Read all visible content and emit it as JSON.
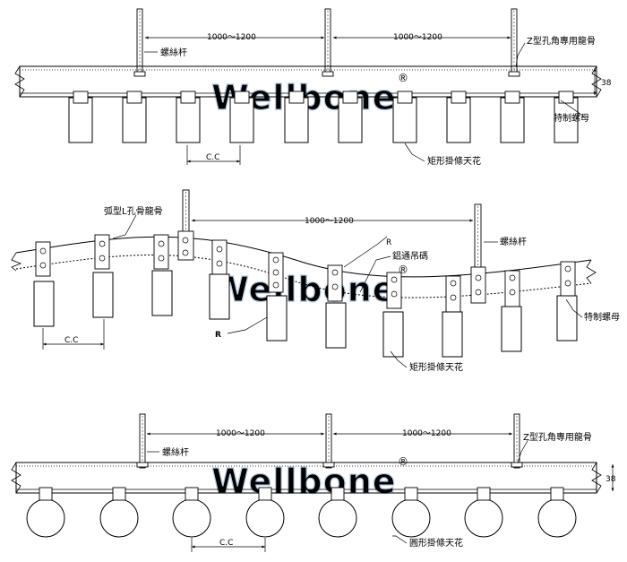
{
  "watermark": "Wellbone",
  "watermark_mark": "®",
  "panel_top": {
    "dim_spacing": [
      "1000～1200",
      "1000～1200"
    ],
    "label_rod": "螺絲杆",
    "label_keel": "Z型孔角專用龍骨",
    "label_nut": "特制螺母",
    "label_baffle": "矩形掛條天花",
    "label_cc": "C.C",
    "dim_height": "38"
  },
  "panel_middle": {
    "dim_spacing": "1000～1200",
    "label_keel": "弧型L孔骨龍骨",
    "label_rod": "螺絲杆",
    "label_clip": "鋁通吊碼",
    "label_r_small": "R",
    "label_r": "R",
    "label_nut": "特制螺母",
    "label_baffle": "矩形掛條天花",
    "label_cc": "C.C"
  },
  "panel_bottom": {
    "dim_spacing": [
      "1000～1200",
      "1000～1200"
    ],
    "label_rod": "螺絲杆",
    "label_keel": "Z型孔角專用龍骨",
    "label_baffle": "圓形掛條天花",
    "label_cc": "C.C",
    "dim_height": "38"
  },
  "colors": {
    "line": "#000000",
    "watermark": "#b9cde3",
    "background": "#ffffff"
  }
}
